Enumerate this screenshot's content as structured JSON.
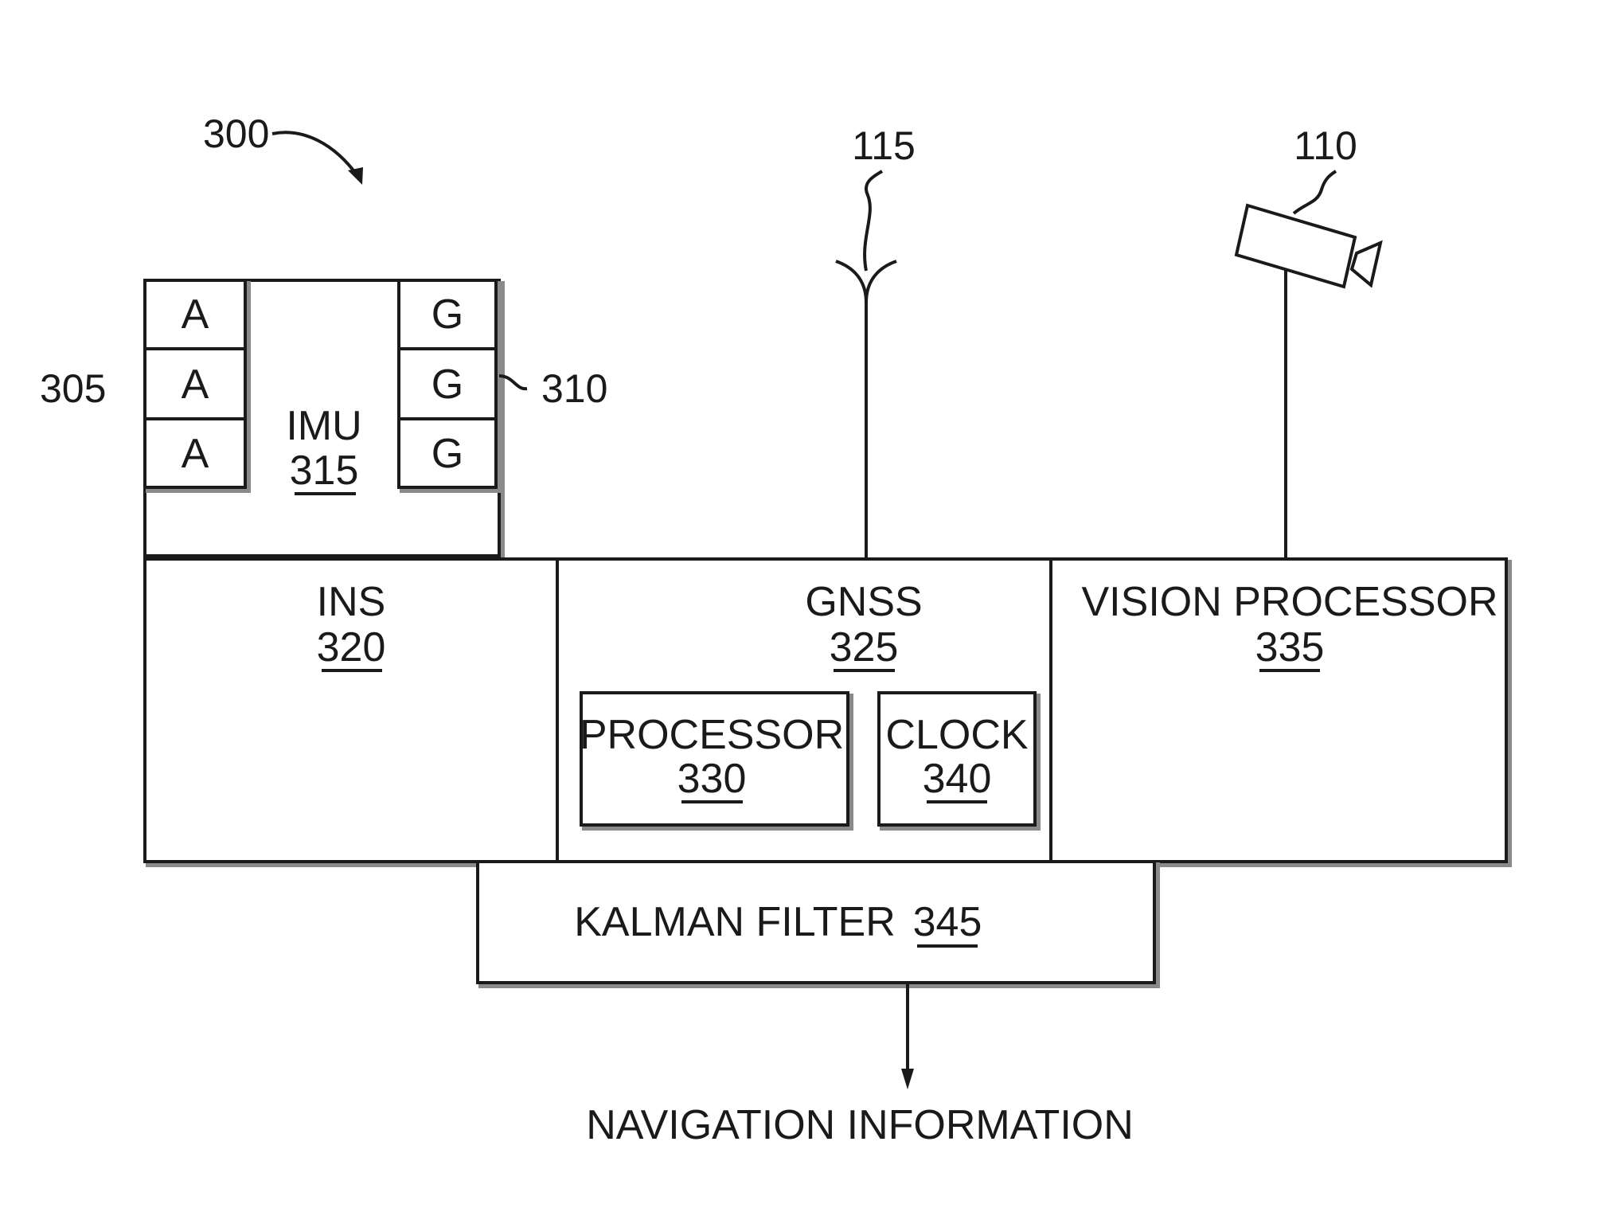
{
  "figure": {
    "ref_system": "300",
    "ref_accel_group": "305",
    "ref_gyro_group": "310",
    "ref_antenna": "115",
    "ref_camera": "110"
  },
  "imu": {
    "title": "IMU",
    "number": "315",
    "accelerometers": [
      "A",
      "A",
      "A"
    ],
    "gyroscopes": [
      "G",
      "G",
      "G"
    ]
  },
  "ins": {
    "title": "INS",
    "number": "320"
  },
  "gnss": {
    "title": "GNSS",
    "number": "325",
    "processor": {
      "title": "PROCESSOR",
      "number": "330"
    },
    "clock": {
      "title": "CLOCK",
      "number": "340"
    }
  },
  "vision": {
    "title": "VISION PROCESSOR",
    "number": "335"
  },
  "kalman": {
    "title": "KALMAN FILTER",
    "number": "345"
  },
  "output": {
    "label": "NAVIGATION INFORMATION"
  }
}
